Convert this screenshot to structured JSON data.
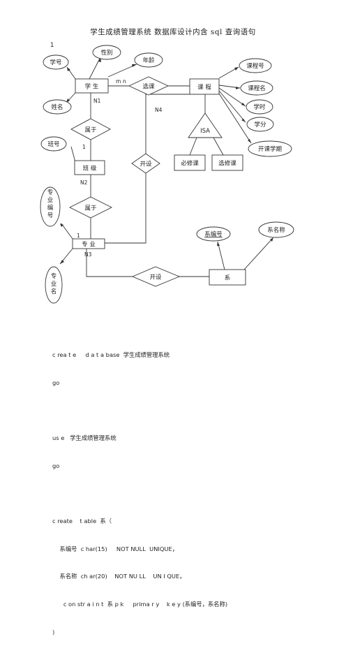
{
  "page": {
    "title": "学生成绩管理系统 数据库设计内含 sql 查询语句",
    "corner_mark": "1"
  },
  "diagram": {
    "entities": {
      "student": "学 生",
      "course": "课 程",
      "class": "班 级",
      "major": "专 业",
      "department": "系"
    },
    "relationships": {
      "select": "选课",
      "belong1": "属于",
      "belong2": "属于",
      "offer1": "开设",
      "offer2": "开设",
      "isa": "ISA"
    },
    "subtypes": {
      "required": "必修课",
      "elective": "选修课"
    },
    "attributes": {
      "student_id": "学号",
      "gender": "性别",
      "age": "年龄",
      "name": "姓名",
      "class_id": "班号",
      "major_id": "专\n业\n编\n号",
      "major_name": "专\n业\n名",
      "course_id": "课程号",
      "course_name": "课程名",
      "hours": "学时",
      "credits": "学分",
      "term": "开课学期",
      "dept_id": "系编号",
      "dept_name": "系名称"
    },
    "cardinality": {
      "mn": "m",
      "n": "n",
      "N1": "N1",
      "one_class": "1",
      "N2": "N2",
      "one_major": "1",
      "N3": "N3",
      "N4": "N4"
    }
  },
  "code_lines": [
    "c rea t e     d a t a base  学生成绩管理系统",
    "go",
    "",
    "us e   学生成绩管理系统",
    "go",
    "",
    "c reate    t able  系（",
    "    系编号  c har(15)     NOT NULL  UNIQUE，",
    "    系名称  ch ar(20)    NOT NU LL    UN I QUE，",
    "      c on str a i n t  系 p k     prima r y    k e y (系编号，系名称)",
    ")"
  ]
}
